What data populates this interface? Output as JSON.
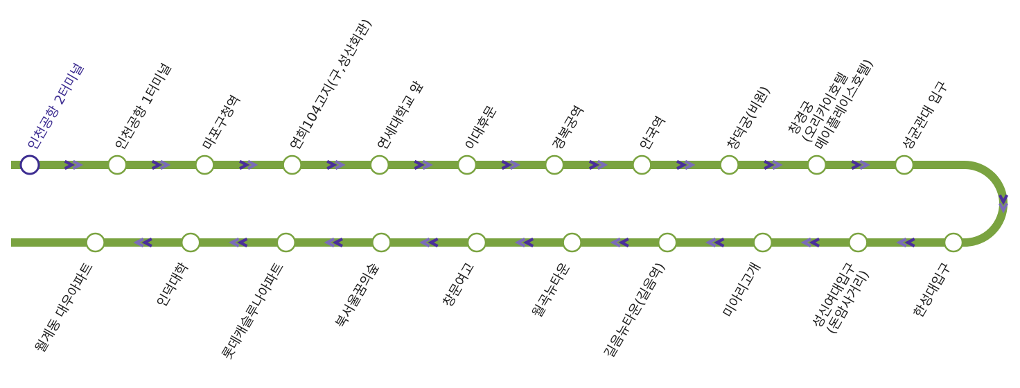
{
  "colors": {
    "line": "#7aa340",
    "station_fill": "#ffffff",
    "current_station_stroke": "#3d2d91",
    "current_label": "#3d2d91",
    "label": "#222222",
    "arrow_dark": "#4a2f9a",
    "arrow_light": "#7a6bb8"
  },
  "current_station_index": 0,
  "top_row": [
    {
      "name": [
        "인천공항 2터미널"
      ]
    },
    {
      "name": [
        "인천공항 1터미널"
      ]
    },
    {
      "name": [
        "마포구청역"
      ]
    },
    {
      "name": [
        "연희104고지(구,성산회관)"
      ]
    },
    {
      "name": [
        "연세대학교 앞"
      ]
    },
    {
      "name": [
        "이대후문"
      ]
    },
    {
      "name": [
        "경복궁역"
      ]
    },
    {
      "name": [
        "안국역"
      ]
    },
    {
      "name": [
        "창덕궁(비원)"
      ]
    },
    {
      "name": [
        "창경궁",
        "(오리카이호텔",
        "메이플레이스호텔)"
      ]
    },
    {
      "name": [
        "성균관대 입구"
      ]
    }
  ],
  "bottom_row": [
    {
      "name": [
        "한성대입구"
      ]
    },
    {
      "name": [
        "성신여대입구",
        "(돈암사거리)"
      ]
    },
    {
      "name": [
        "미아리고개"
      ]
    },
    {
      "name": [
        "길음뉴타운(길음역)"
      ]
    },
    {
      "name": [
        "월곡뉴타운"
      ]
    },
    {
      "name": [
        "창문여고"
      ]
    },
    {
      "name": [
        "북서울꿈의숲"
      ]
    },
    {
      "name": [
        "롯데캐슬루나아파트"
      ]
    },
    {
      "name": [
        "인덕대학"
      ]
    },
    {
      "name": [
        "월계동 대우아파트"
      ]
    }
  ]
}
